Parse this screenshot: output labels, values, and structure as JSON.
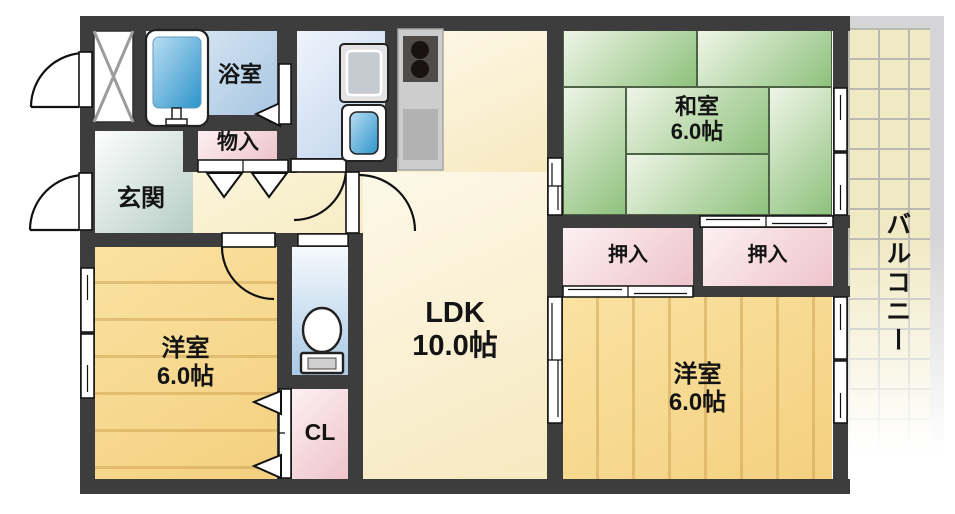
{
  "plan": {
    "type": "apartment-floor-plan",
    "rooms": {
      "bath": {
        "label": "浴室"
      },
      "storage": {
        "label": "物入"
      },
      "entrance": {
        "label": "玄関"
      },
      "japanese_room": {
        "label": "和室",
        "size": "6.0帖"
      },
      "closet_left": {
        "label": "押入"
      },
      "closet_right": {
        "label": "押入"
      },
      "ldk": {
        "label": "LDK",
        "size": "10.0帖"
      },
      "western_left": {
        "label": "洋室",
        "size": "6.0帖"
      },
      "western_right": {
        "label": "洋室",
        "size": "6.0帖"
      },
      "closet_cl": {
        "label": "CL"
      },
      "balcony": {
        "label": "バルコニー"
      }
    },
    "fixtures": [
      "bathtub",
      "washing-machine",
      "wash-basin",
      "kitchen-stove",
      "kitchen-sink",
      "toilet"
    ],
    "colors": {
      "wall": "#3d3d3d",
      "wood_floor": "#f6d88e",
      "ldk_floor": "#faf0cf",
      "tatami_green": "#9cc88a",
      "closet_pink": "#f3c9d1",
      "wet_area_blue": "#bdd4ec",
      "entrance_gray": "#bccfc9",
      "balcony_tile": "#f1e9c2",
      "railing_gray": "#d5d5d7"
    }
  }
}
